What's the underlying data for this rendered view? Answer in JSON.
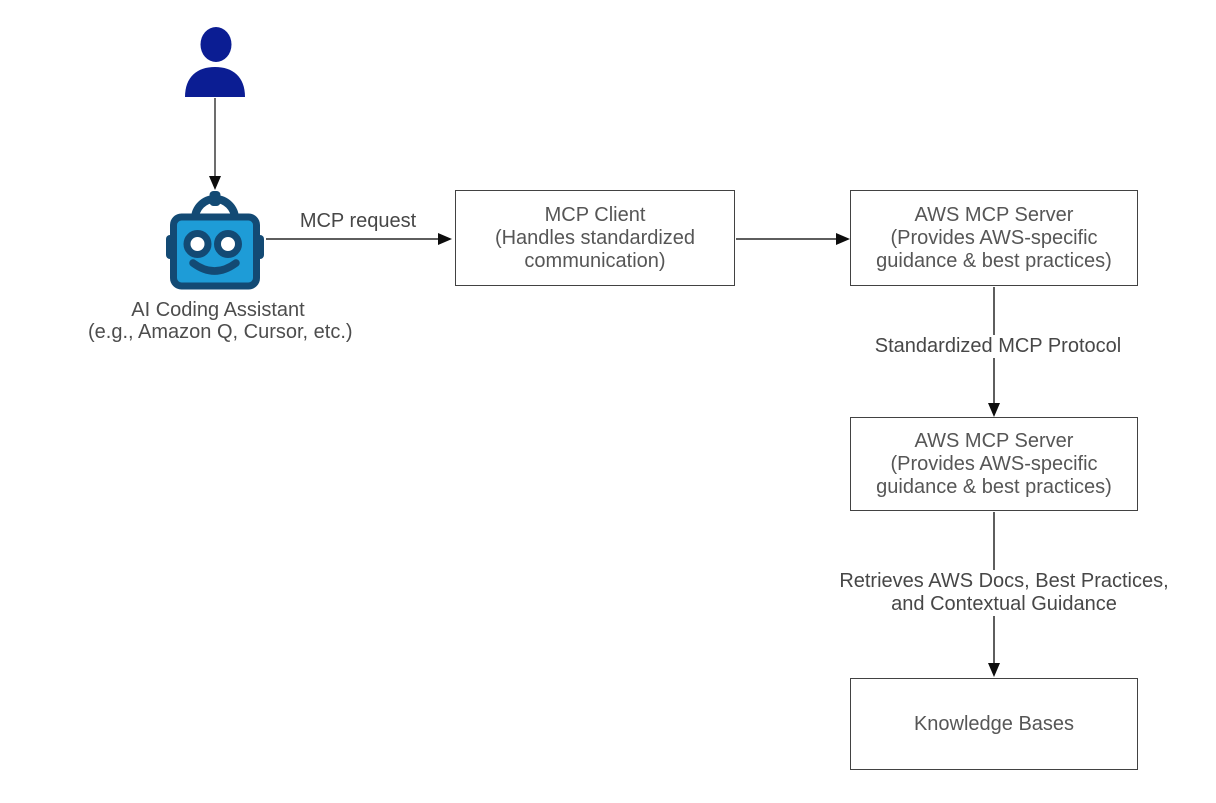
{
  "canvas": {
    "background": "#ffffff"
  },
  "colors": {
    "person_icon": "#0b1d93",
    "robot_face": "#1e9cd7",
    "robot_outline": "#134a74",
    "connector_line": "#5e5e5e",
    "arrowhead": "#0d0d0d",
    "box_border": "#424242",
    "box_background": "#ffffff",
    "text": "#4d4d4d"
  },
  "nodes": {
    "user": {
      "icon": "person-icon"
    },
    "ai_assistant": {
      "icon": "robot-icon",
      "caption_lines": [
        "AI Coding Assistant",
        "(e.g., Amazon Q, Cursor, etc.)"
      ]
    },
    "mcp_client": {
      "lines": [
        "MCP Client",
        "(Handles standardized",
        "communication)"
      ]
    },
    "aws_mcp_server_1": {
      "lines": [
        "AWS MCP Server",
        "(Provides AWS-specific",
        "guidance & best practices)"
      ]
    },
    "aws_mcp_server_2": {
      "lines": [
        "AWS MCP Server",
        "(Provides AWS-specific",
        "guidance & best practices)"
      ]
    },
    "knowledge_bases": {
      "label": "Knowledge Bases"
    }
  },
  "edges": {
    "mcp_request": {
      "label": "MCP request"
    },
    "standardized_protocol": {
      "label": "Standardized MCP Protocol"
    },
    "retrieves": {
      "lines": [
        "Retrieves AWS Docs, Best Practices,",
        "and Contextual Guidance"
      ]
    }
  }
}
